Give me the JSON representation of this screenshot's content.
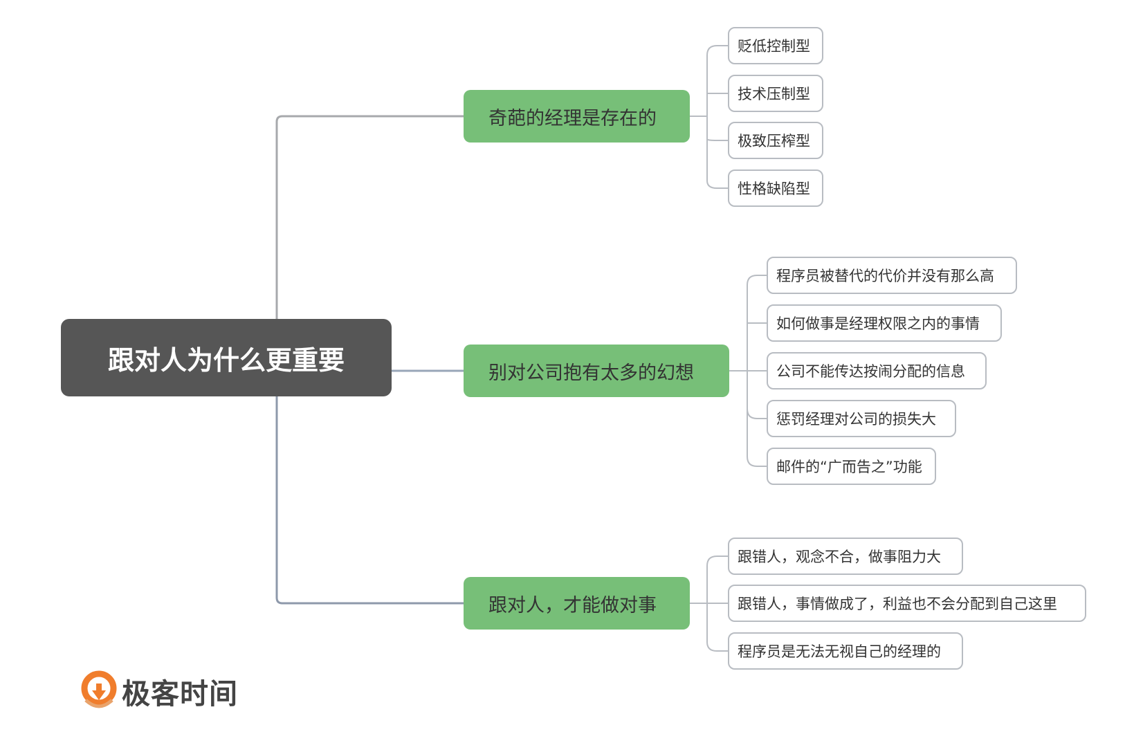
{
  "root": {
    "label": "跟对人为什么更重要"
  },
  "branches": [
    {
      "label": "奇葩的经理是存在的",
      "children": [
        "贬低控制型",
        "技术压制型",
        "极致压榨型",
        "性格缺陷型"
      ]
    },
    {
      "label": "别对公司抱有太多的幻想",
      "children": [
        "程序员被替代的代价并没有那么高",
        "如何做事是经理权限之内的事情",
        "公司不能传达按闹分配的信息",
        "惩罚经理对公司的损失大",
        "邮件的“广而告之”功能"
      ]
    },
    {
      "label": "跟对人，才能做对事",
      "children": [
        "跟错人，观念不合，做事阻力大",
        "跟错人，事情做成了，利益也不会分配到自己这里",
        "程序员是无法无视自己的经理的"
      ]
    }
  ],
  "logo": {
    "text": "极客时间",
    "icon": "geektime-logo-icon"
  },
  "colors": {
    "root_fill": "#565656",
    "branch_fill": "#77bf78",
    "leaf_border": "#b8bcc2",
    "connector": "#9aa2ad",
    "logo_orange": "#f07d2c"
  }
}
